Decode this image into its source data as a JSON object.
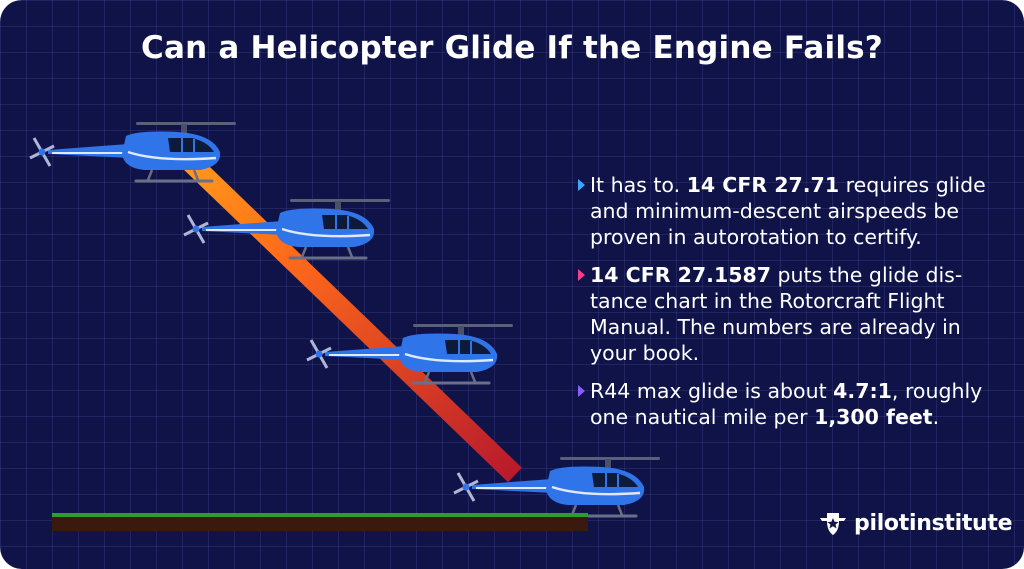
{
  "title": "Can a Helicopter Glide If the Engine Fails?",
  "colors": {
    "background": "#0f1347",
    "path_start": "#ffa41c",
    "path_end": "#b81a2c",
    "helicopter_body": "#2f74e8",
    "bullet_1": "#3aa8ff",
    "bullet_2": "#ff3d8b",
    "bullet_3": "#8a5cff",
    "grass": "#2e9d2a",
    "soil": "#3a1a0e"
  },
  "bullets": [
    {
      "icon": "triangle-right-icon",
      "segments": [
        {
          "text": "It has to. ",
          "bold": false
        },
        {
          "text": "14 CFR 27.71",
          "bold": true
        },
        {
          "text": " requires glide and minimum-descent airspeeds be proven in autorotation to certify.",
          "bold": false
        }
      ]
    },
    {
      "icon": "triangle-right-icon",
      "segments": [
        {
          "text": "14 CFR 27.1587",
          "bold": true
        },
        {
          "text": " puts the glide dis- tance chart in the Rotorcraft Flight Manual. The numbers are already in your book.",
          "bold": false
        }
      ]
    },
    {
      "icon": "triangle-right-icon",
      "segments": [
        {
          "text": "R44 max glide is about ",
          "bold": false
        },
        {
          "text": "4.7:1",
          "bold": true
        },
        {
          "text": ", roughly one nautical mile per ",
          "bold": false
        },
        {
          "text": "1,300 feet",
          "bold": true
        },
        {
          "text": ".",
          "bold": false
        }
      ]
    }
  ],
  "illustration": {
    "helicopters": [
      "helicopter-icon",
      "helicopter-icon",
      "helicopter-icon",
      "helicopter-icon"
    ]
  },
  "logo": {
    "icon": "star-shield-icon",
    "text": "pilotinstitute"
  }
}
